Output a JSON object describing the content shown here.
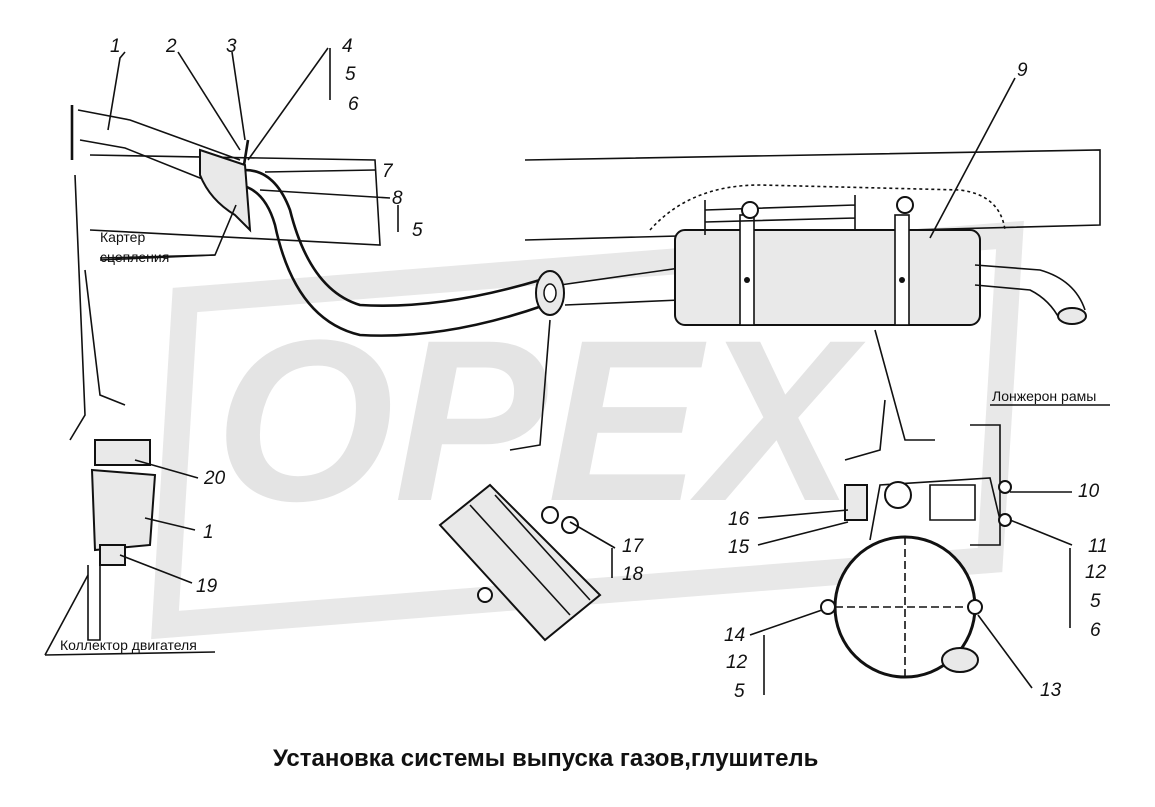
{
  "title": "Установка системы выпуска газов,глушитель",
  "watermark": "OPEX",
  "labels": {
    "clutch_housing_1": "Картер",
    "clutch_housing_2": "сцепления",
    "frame_rail": "Лонжерон рамы",
    "engine_manifold": "Коллектор двигателя"
  },
  "callouts": {
    "n1": "1",
    "n2": "2",
    "n3": "3",
    "n4": "4",
    "n5a": "5",
    "n6a": "6",
    "n7": "7",
    "n8": "8",
    "n5b": "5",
    "n9": "9",
    "n20": "20",
    "n1b": "1",
    "n19": "19",
    "n17": "17",
    "n18": "18",
    "n16": "16",
    "n15": "15",
    "n10": "10",
    "n11": "11",
    "n12a": "12",
    "n5c": "5",
    "n6b": "6",
    "n14": "14",
    "n12b": "12",
    "n5d": "5",
    "n13": "13"
  },
  "colors": {
    "ink": "#111111",
    "watermark": "#e4e4e4",
    "part_fill": "#e9e9e9"
  }
}
